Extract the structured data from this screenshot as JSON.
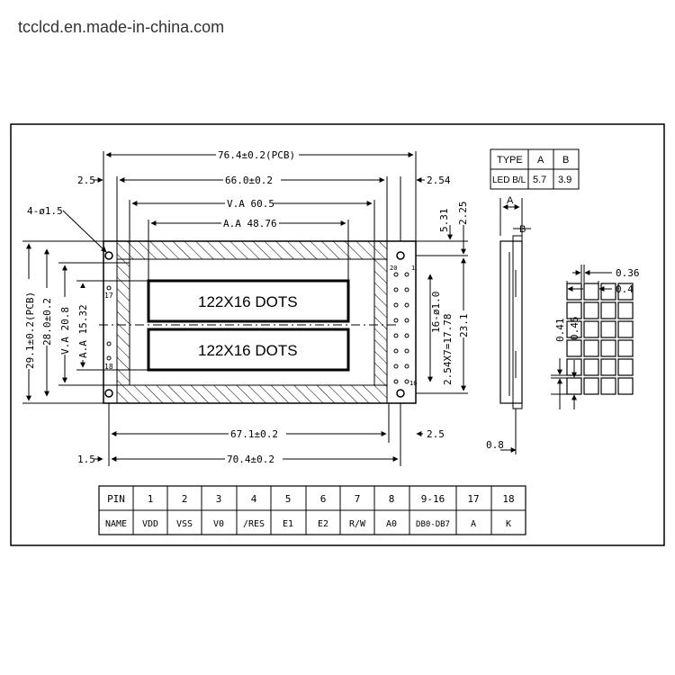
{
  "watermark": "tcclcd.en.made-in-china.com",
  "dims": {
    "pcb_width": "76.4±0.2(PCB)",
    "d_2_5": "2.5",
    "d_66_0": "66.0±0.2",
    "d_2_54": "2.54",
    "va_60_5": "V.A 60.5",
    "aa_48_76": "A.A 48.76",
    "hole": "4-ø1.5",
    "d_5_31": "5.31",
    "d_2_25": "2.25",
    "pcb_height": "29.1±0.2(PCB)",
    "d_28_0": "28.0±0.2",
    "va_20_8": "V.A  20.8",
    "aa_15_32": "A.A  15.32",
    "pins_16": "16-ø1.0",
    "pitch": "2.54X7=17.78",
    "d_23_1": "23.1",
    "d_67_1": "67.1±0.2",
    "d_2_5b": "2.5",
    "d_1_5": "1.5",
    "d_70_4": "70.4±0.2",
    "pin1": "1",
    "pin16": "16",
    "pin17": "17",
    "pin18": "18",
    "pin20": "20",
    "a_label": "A",
    "b_label": "B",
    "d_0_8": "0.8",
    "d_0_36": "0.36",
    "d_0_4": "0.4",
    "d_0_41": "0.41",
    "d_0_45": "0.45"
  },
  "display_rows": [
    "122X16  DOTS",
    "122X16  DOTS"
  ],
  "type_table": {
    "headers": [
      "TYPE",
      "A",
      "B"
    ],
    "row": [
      "LED B/L",
      "5.7",
      "3.9"
    ]
  },
  "pin_table": {
    "pins": [
      "PIN",
      "1",
      "2",
      "3",
      "4",
      "5",
      "6",
      "7",
      "8",
      "9-16",
      "17",
      "18"
    ],
    "names": [
      "NAME",
      "VDD",
      "VSS",
      "V0",
      "/RES",
      "E1",
      "E2",
      "R/W",
      "A0",
      "DB0-DB7",
      "A",
      "K"
    ]
  }
}
